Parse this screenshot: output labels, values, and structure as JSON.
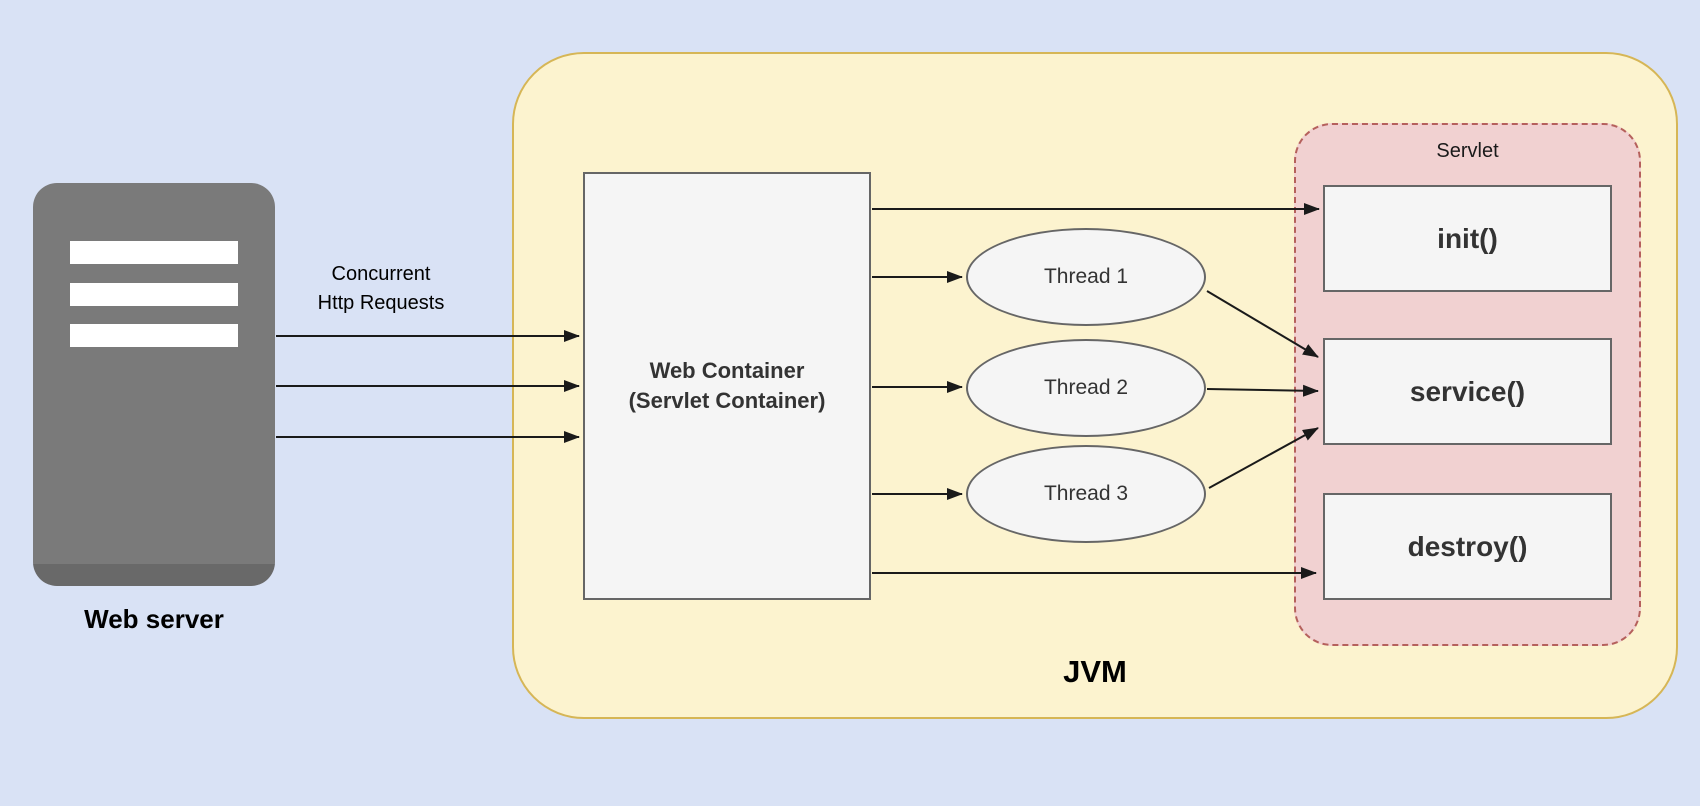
{
  "web_server": {
    "label": "Web server"
  },
  "requests_label": {
    "line1": "Concurrent",
    "line2": "Http Requests"
  },
  "jvm": {
    "label": "JVM"
  },
  "web_container": {
    "title_line1": "Web Container",
    "title_line2": "(Servlet Container)"
  },
  "threads": [
    {
      "label": "Thread 1"
    },
    {
      "label": "Thread 2"
    },
    {
      "label": "Thread 3"
    }
  ],
  "servlet": {
    "label": "Servlet",
    "methods": [
      {
        "label": "init()"
      },
      {
        "label": "service()"
      },
      {
        "label": "destroy()"
      }
    ]
  },
  "colors": {
    "background": "#d9e2f5",
    "jvm_fill": "#fcf3cf",
    "jvm_border": "#d6b656",
    "servlet_fill": "#f1d1d1",
    "servlet_border": "#b5605c",
    "node_fill": "#f5f5f5",
    "node_border": "#666666",
    "server_gray": "#7a7a7a",
    "arrow": "#1a1a1a"
  }
}
